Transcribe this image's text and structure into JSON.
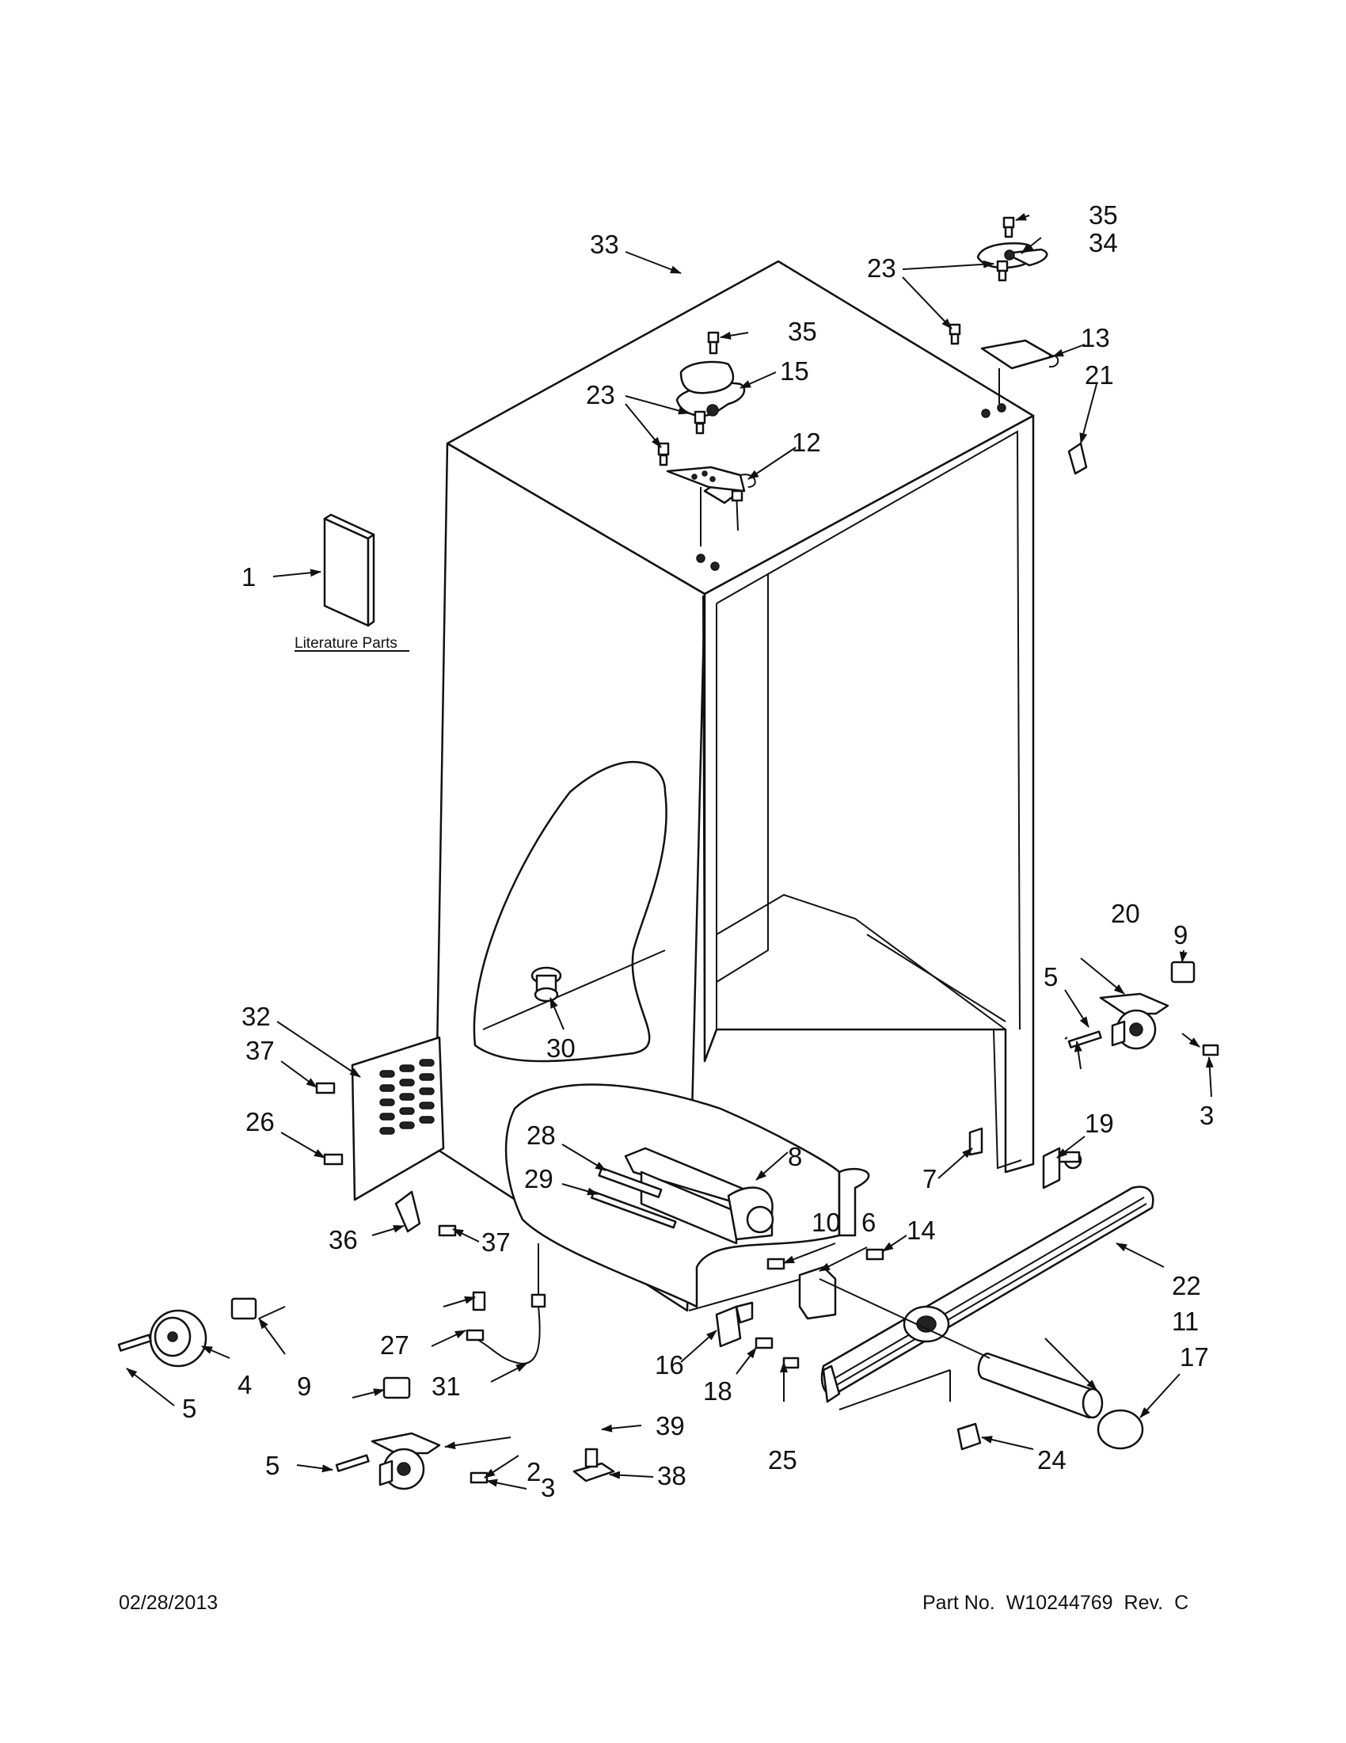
{
  "literature_label": "Literature Parts",
  "callouts": [
    "1",
    "2",
    "3",
    "3",
    "4",
    "5",
    "5",
    "5",
    "6",
    "7",
    "8",
    "9",
    "9",
    "10",
    "11",
    "12",
    "13",
    "14",
    "15",
    "16",
    "17",
    "18",
    "19",
    "20",
    "21",
    "22",
    "23",
    "23",
    "24",
    "25",
    "26",
    "27",
    "28",
    "29",
    "30",
    "31",
    "32",
    "33",
    "34",
    "35",
    "35",
    "36",
    "37",
    "37",
    "38",
    "39"
  ],
  "footer": {
    "date": "02/28/2013",
    "part_label": "Part No.",
    "part_number": "W10244769",
    "rev_label": "Rev.",
    "rev": "C"
  },
  "colors": {
    "ink": "#111111",
    "background": "#ffffff"
  }
}
